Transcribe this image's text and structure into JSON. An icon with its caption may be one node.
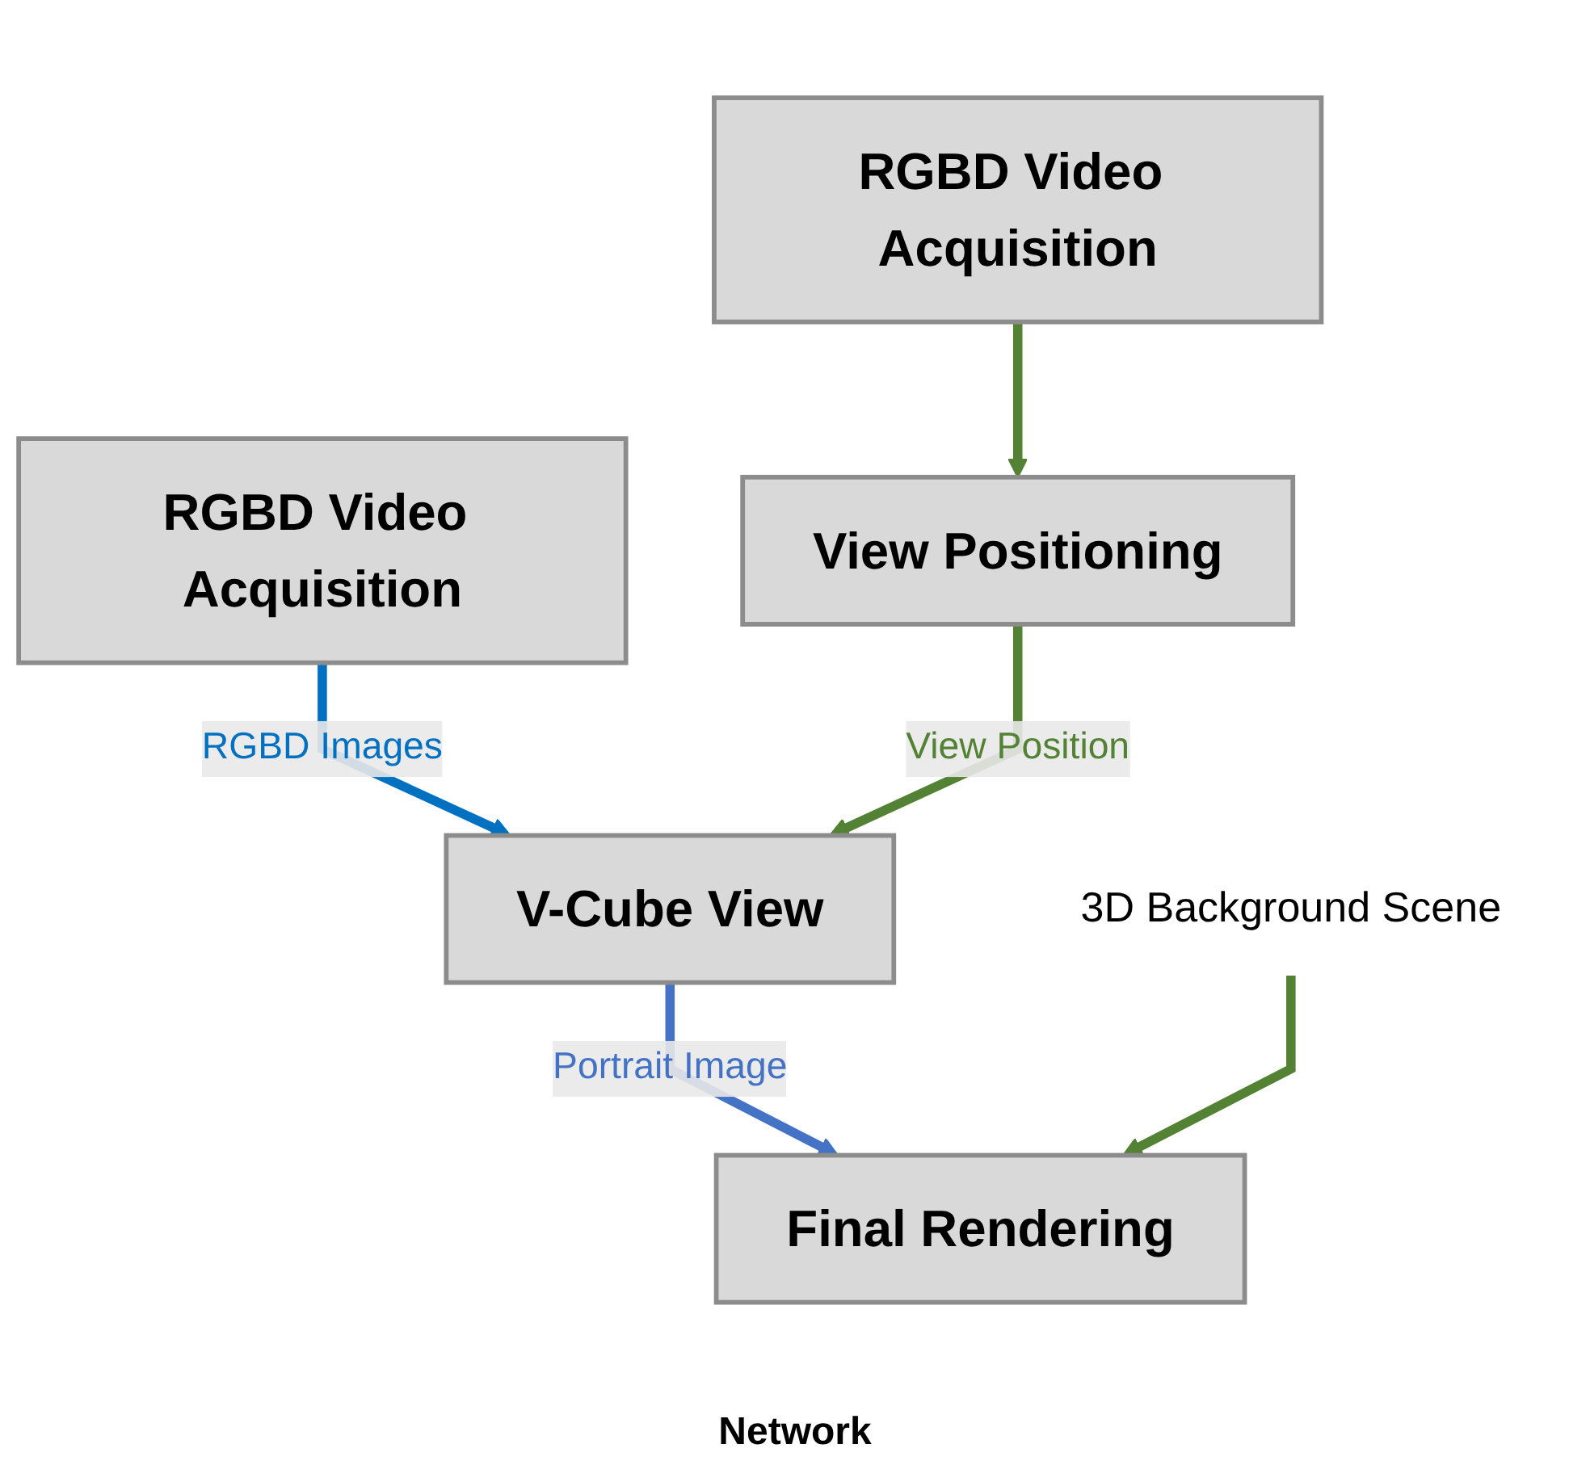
{
  "diagram": {
    "nodes": [
      {
        "text": [
          "RGBD Video Acquisition"
        ]
      },
      {
        "text": [
          "RGBD Video Acquisition"
        ]
      },
      {
        "text": [
          "View Positioning"
        ]
      },
      {
        "text": [
          "V-Cube View"
        ]
      },
      {
        "text": [
          "Final Rendering"
        ]
      },
      {
        "text": [
          "3D Background Scene"
        ]
      }
    ],
    "edges": [
      {
        "from": 0,
        "to": 3,
        "arrow": "to",
        "label": "RGBD Images",
        "color": "#0070c0"
      },
      {
        "from": 1,
        "to": 2,
        "arrow": "to",
        "color": "#548235"
      },
      {
        "from": 2,
        "to": 3,
        "arrow": "to",
        "label": "View Position",
        "color": "#548235"
      },
      {
        "from": 3,
        "to": 4,
        "arrow": "to",
        "label": "Portrait Image",
        "color": "#4472c4"
      },
      {
        "from": 5,
        "to": 4,
        "arrow": "to",
        "color": "#548235"
      }
    ],
    "labels": [
      "Network"
    ]
  }
}
